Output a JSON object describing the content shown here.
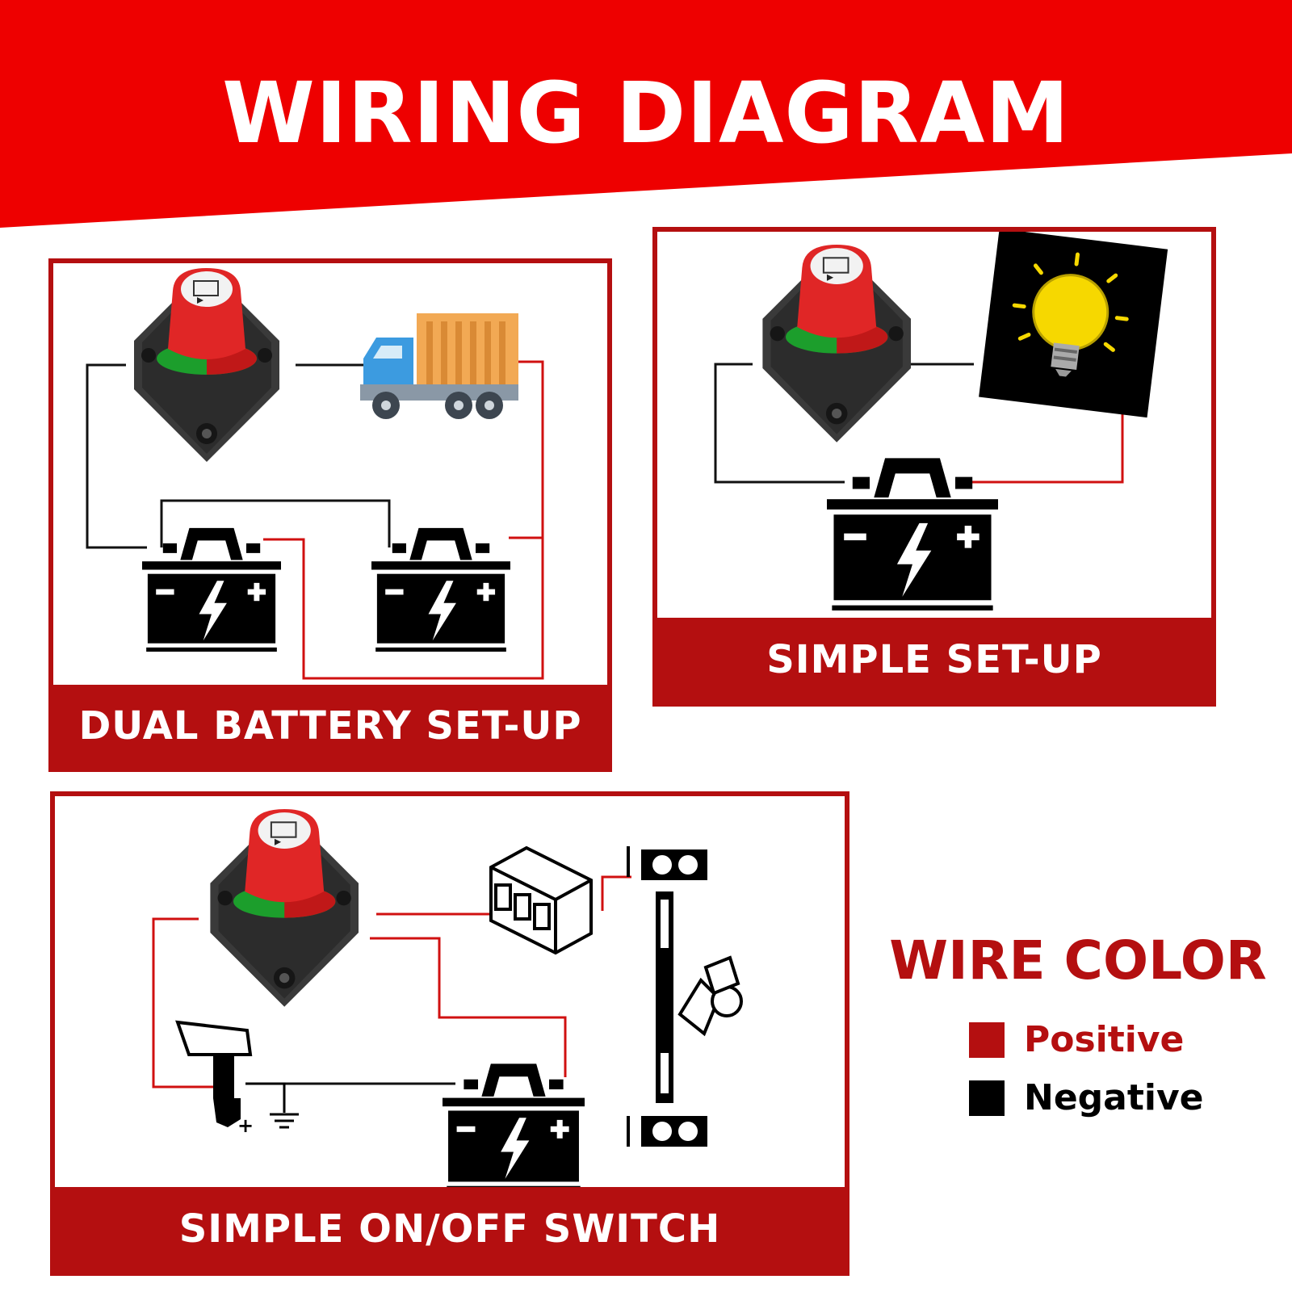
{
  "title": "WIRING DIAGRAM",
  "panels": {
    "dual": {
      "caption": "DUAL BATTERY SET-UP"
    },
    "simple": {
      "caption": "SIMPLE SET-UP"
    },
    "onoff": {
      "caption": "SIMPLE ON/OFF SWITCH"
    }
  },
  "legend": {
    "title": "WIRE COLOR",
    "items": [
      {
        "label": "Positive",
        "color": "#b40f10"
      },
      {
        "label": "Negative",
        "color": "#000000"
      }
    ]
  },
  "colors": {
    "banner": "#ee0000",
    "accent": "#b40f10",
    "positive_wire": "#d01010",
    "negative_wire": "#111111"
  }
}
